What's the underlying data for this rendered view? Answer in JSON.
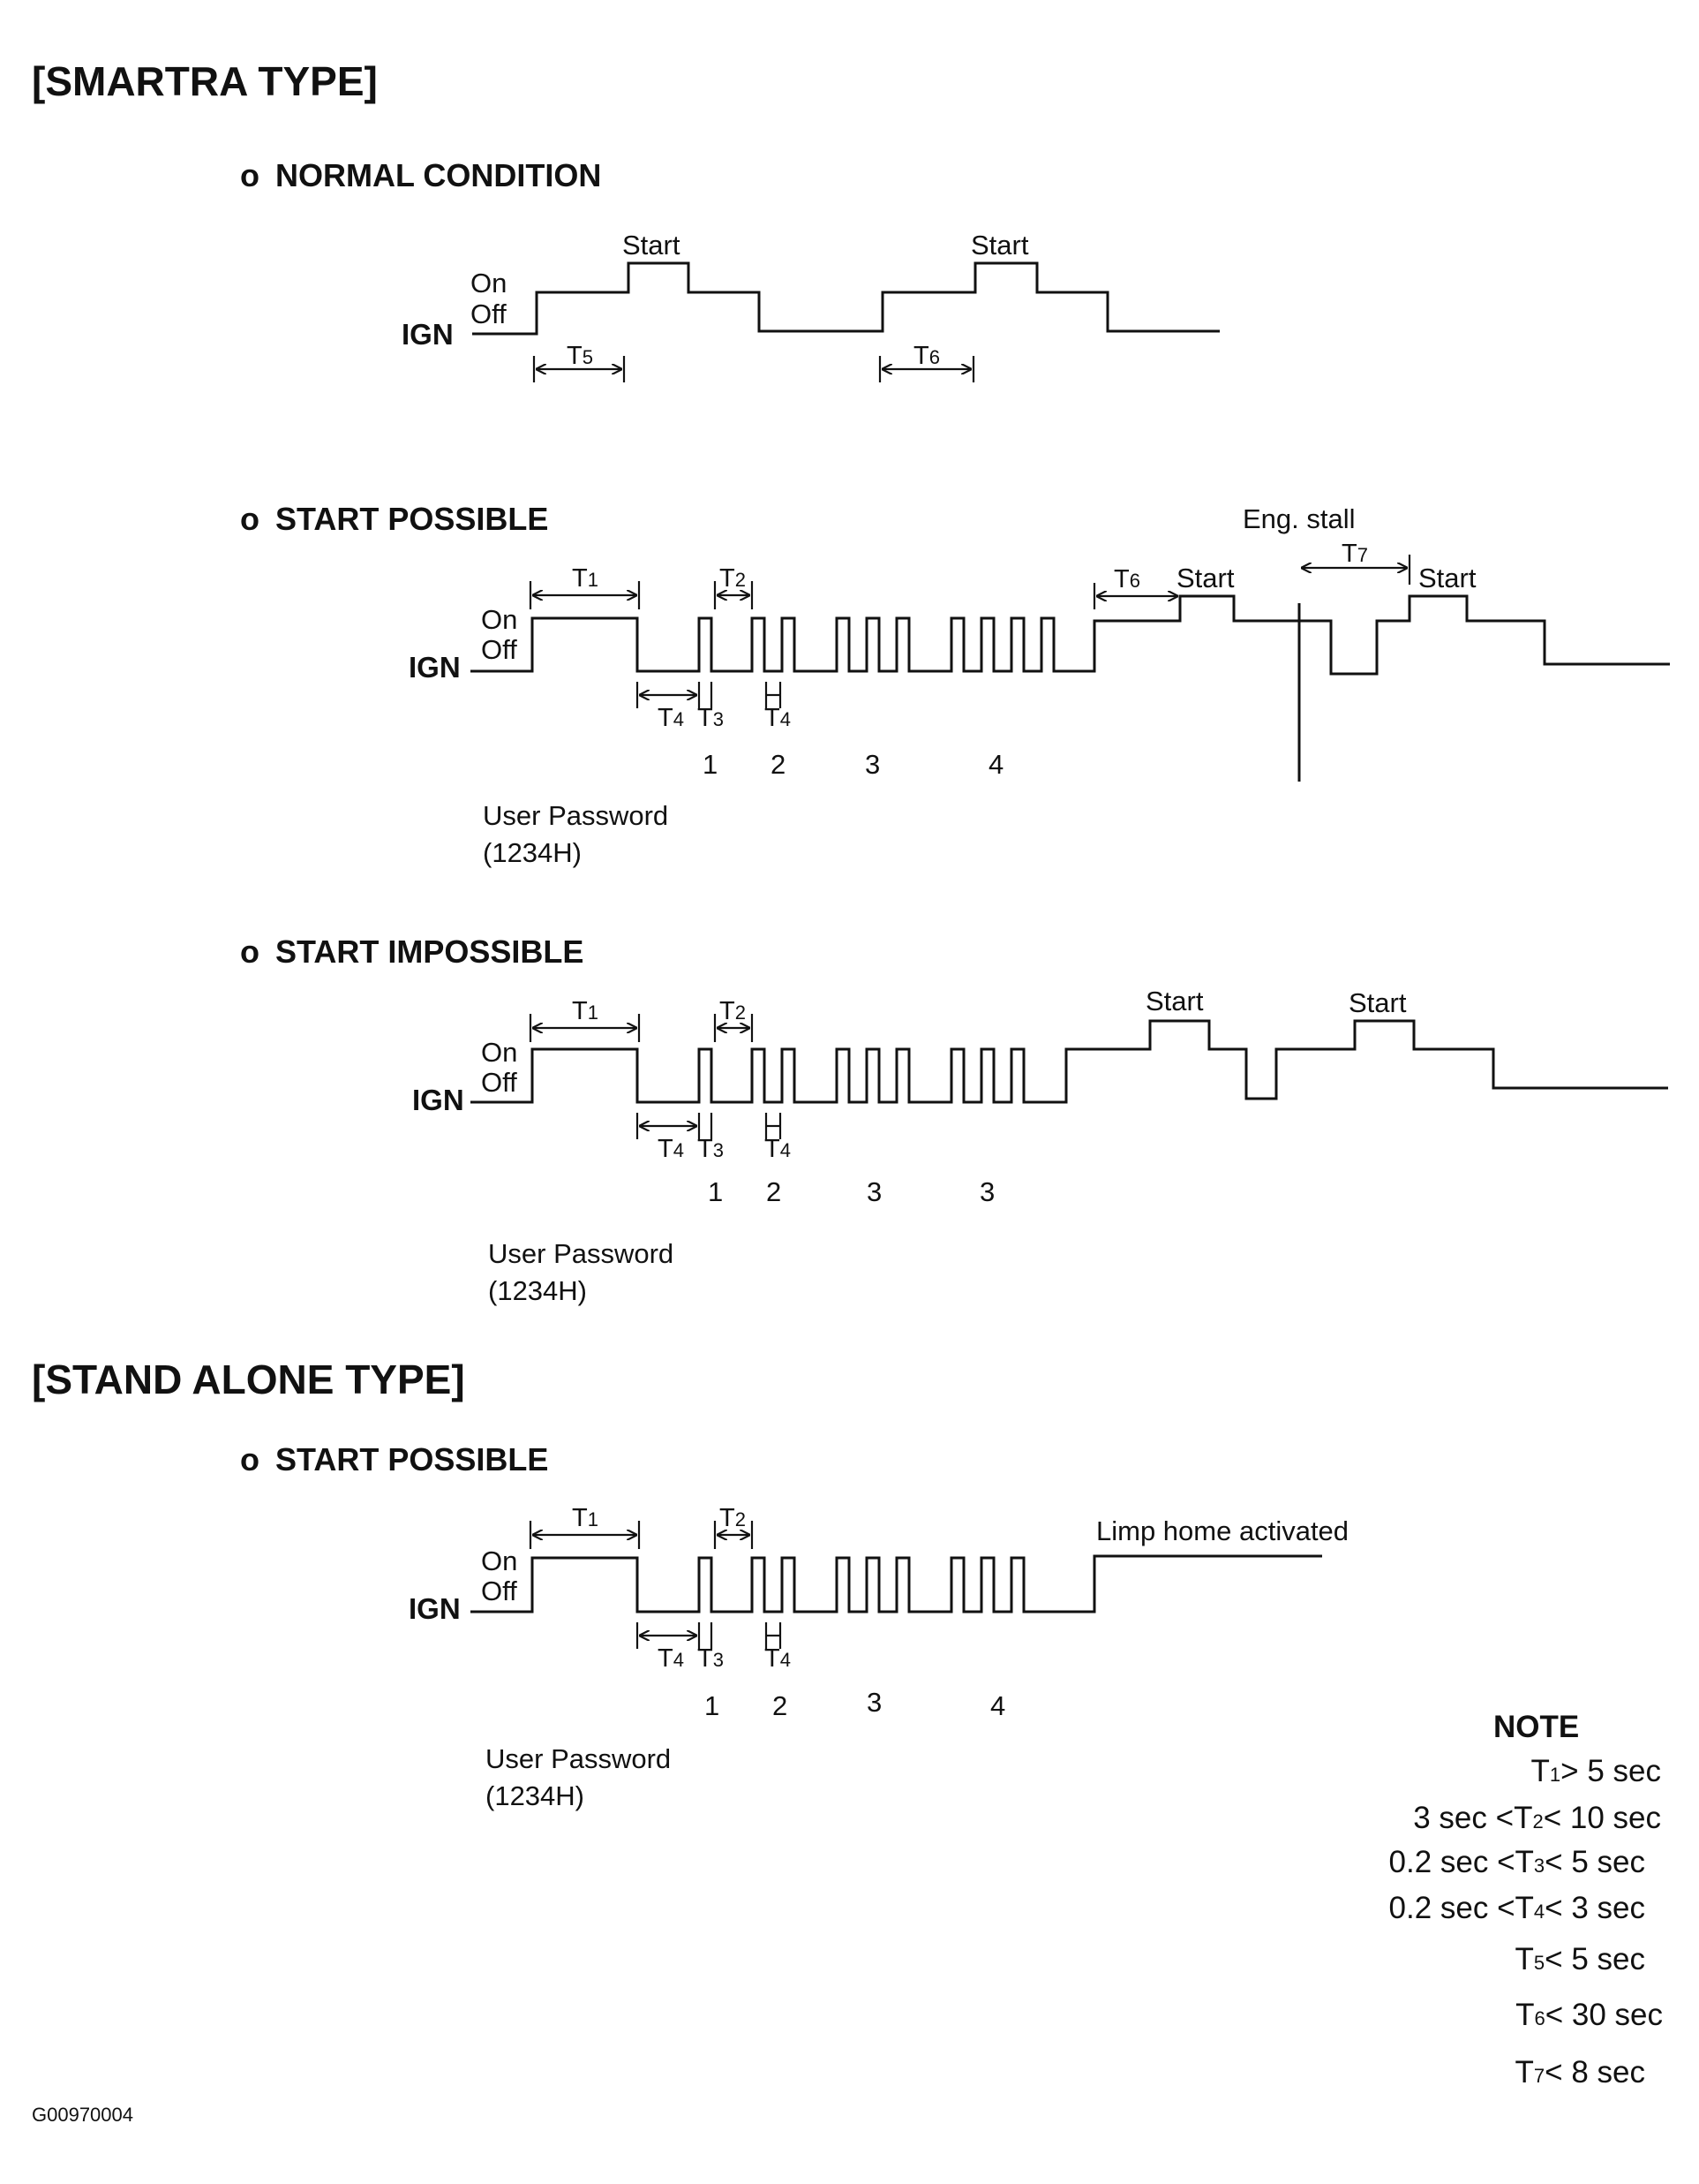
{
  "sections": {
    "smartra": "[SMARTRA TYPE]",
    "stand_alone": "[STAND ALONE TYPE]"
  },
  "diagrams": {
    "normal": {
      "bullet": "o",
      "title": "NORMAL CONDITION"
    },
    "start_possible": {
      "bullet": "o",
      "title": "START POSSIBLE"
    },
    "start_impossible": {
      "bullet": "o",
      "title": "START IMPOSSIBLE"
    },
    "sa_start_possible": {
      "bullet": "o",
      "title": "START POSSIBLE"
    }
  },
  "labels": {
    "on": "On",
    "off": "Off",
    "ign": "IGN",
    "start": "Start",
    "eng_stall": "Eng. stall",
    "limp_home": "Limp home activated",
    "user_password": "User Password",
    "password_value": "(1234H)",
    "t": "T",
    "digits": {
      "d1": "1",
      "d2": "2",
      "d3": "3",
      "d4": "4",
      "d5": "5",
      "d6": "6",
      "d7": "7"
    }
  },
  "sequences": {
    "start_possible": [
      "1",
      "2",
      "3",
      "4"
    ],
    "start_impossible": [
      "1",
      "2",
      "3",
      "3"
    ],
    "sa_start_possible": [
      "1",
      "2",
      "3",
      "4"
    ]
  },
  "note": {
    "heading": "NOTE",
    "rows": [
      {
        "pre": "",
        "sub": "1",
        "post": "> 5 sec"
      },
      {
        "pre": "3 sec  <",
        "sub": "2",
        "post": "< 10 sec"
      },
      {
        "pre": "0.2 sec <",
        "sub": "3",
        "post": "< 5 sec"
      },
      {
        "pre": "0.2 sec <",
        "sub": "4",
        "post": "< 3 sec"
      },
      {
        "pre": "",
        "sub": "5",
        "post": "< 5 sec"
      },
      {
        "pre": "",
        "sub": "6",
        "post": "< 30 sec"
      },
      {
        "pre": "",
        "sub": "7",
        "post": "< 8 sec"
      }
    ]
  },
  "figure_id": "G00970004"
}
